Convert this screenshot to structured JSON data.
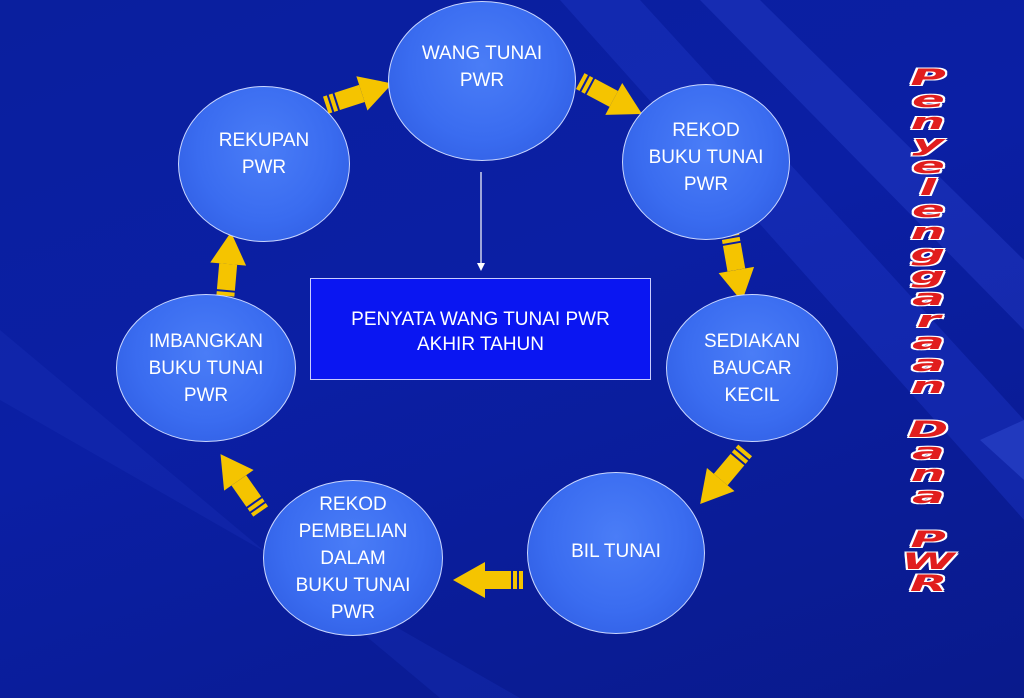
{
  "nodes": {
    "wang_tunai": "WANG TUNAI\nPWR",
    "rekod_buku": "REKOD\nBUKU TUNAI\nPWR",
    "sediakan": "SEDIAKAN\nBAUCAR\nKECIL",
    "bil_tunai": "BIL  TUNAI",
    "rekod_pembelian": "REKOD\nPEMBELIAN\nDALAM\nBUKU TUNAI\nPWR",
    "imbangkan": "IMBANGKAN\nBUKU TUNAI\nPWR",
    "rekupan": "REKUPAN\nPWR"
  },
  "center_box": "PENYATA WANG TUNAI PWR\nAKHIR TAHUN",
  "side_title": "Penyelenggaraan Dana PWR",
  "colors": {
    "background": "#0b1fa4",
    "node_fill": "#3a6cf0",
    "box_fill": "#0a16f2",
    "arrow_fill": "#f5c400",
    "side_title": "#e11d1d"
  }
}
